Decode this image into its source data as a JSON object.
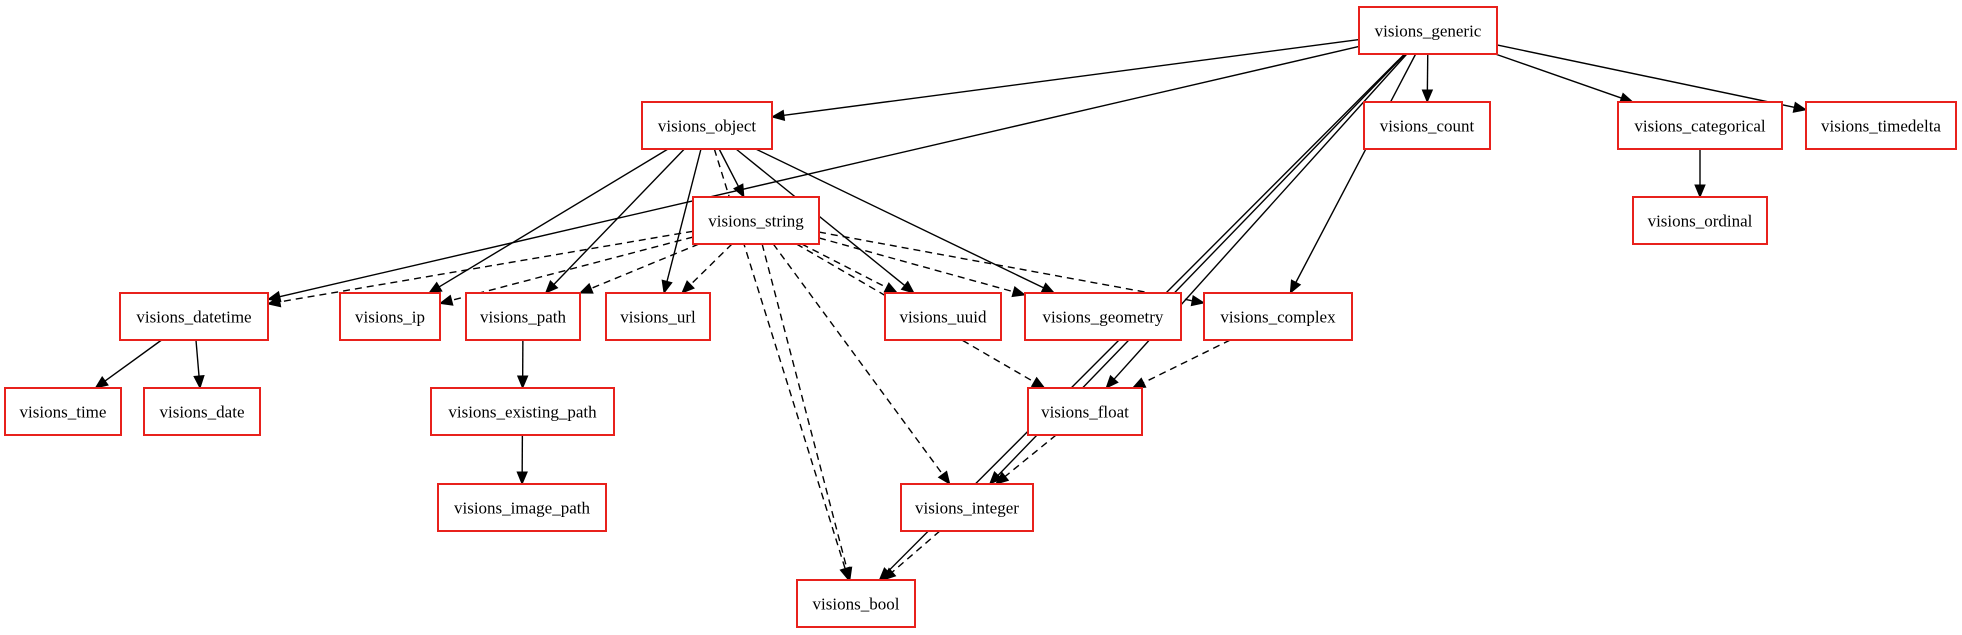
{
  "diagram": {
    "type": "directed-graph",
    "colors": {
      "node_border": "#e8211c",
      "edge": "#000000",
      "background": "#ffffff"
    },
    "nodes": [
      {
        "id": "visions_generic",
        "label": "visions_generic"
      },
      {
        "id": "visions_object",
        "label": "visions_object"
      },
      {
        "id": "visions_count",
        "label": "visions_count"
      },
      {
        "id": "visions_categorical",
        "label": "visions_categorical"
      },
      {
        "id": "visions_timedelta",
        "label": "visions_timedelta"
      },
      {
        "id": "visions_ordinal",
        "label": "visions_ordinal"
      },
      {
        "id": "visions_string",
        "label": "visions_string"
      },
      {
        "id": "visions_datetime",
        "label": "visions_datetime"
      },
      {
        "id": "visions_ip",
        "label": "visions_ip"
      },
      {
        "id": "visions_path",
        "label": "visions_path"
      },
      {
        "id": "visions_url",
        "label": "visions_url"
      },
      {
        "id": "visions_uuid",
        "label": "visions_uuid"
      },
      {
        "id": "visions_geometry",
        "label": "visions_geometry"
      },
      {
        "id": "visions_complex",
        "label": "visions_complex"
      },
      {
        "id": "visions_time",
        "label": "visions_time"
      },
      {
        "id": "visions_date",
        "label": "visions_date"
      },
      {
        "id": "visions_existing_path",
        "label": "visions_existing_path"
      },
      {
        "id": "visions_float",
        "label": "visions_float"
      },
      {
        "id": "visions_image_path",
        "label": "visions_image_path"
      },
      {
        "id": "visions_integer",
        "label": "visions_integer"
      },
      {
        "id": "visions_bool",
        "label": "visions_bool"
      }
    ],
    "edges": [
      {
        "from": "visions_generic",
        "to": "visions_datetime",
        "style": "solid"
      },
      {
        "from": "visions_generic",
        "to": "visions_object",
        "style": "solid"
      },
      {
        "from": "visions_generic",
        "to": "visions_count",
        "style": "solid"
      },
      {
        "from": "visions_generic",
        "to": "visions_categorical",
        "style": "solid"
      },
      {
        "from": "visions_generic",
        "to": "visions_timedelta",
        "style": "solid"
      },
      {
        "from": "visions_generic",
        "to": "visions_complex",
        "style": "solid"
      },
      {
        "from": "visions_generic",
        "to": "visions_float",
        "style": "solid"
      },
      {
        "from": "visions_generic",
        "to": "visions_integer",
        "style": "solid"
      },
      {
        "from": "visions_generic",
        "to": "visions_bool",
        "style": "solid"
      },
      {
        "from": "visions_categorical",
        "to": "visions_ordinal",
        "style": "solid"
      },
      {
        "from": "visions_object",
        "to": "visions_string",
        "style": "solid"
      },
      {
        "from": "visions_object",
        "to": "visions_ip",
        "style": "solid"
      },
      {
        "from": "visions_object",
        "to": "visions_path",
        "style": "solid"
      },
      {
        "from": "visions_object",
        "to": "visions_url",
        "style": "solid"
      },
      {
        "from": "visions_object",
        "to": "visions_uuid",
        "style": "solid"
      },
      {
        "from": "visions_object",
        "to": "visions_geometry",
        "style": "solid"
      },
      {
        "from": "visions_object",
        "to": "visions_bool",
        "style": "dashed"
      },
      {
        "from": "visions_string",
        "to": "visions_datetime",
        "style": "dashed"
      },
      {
        "from": "visions_string",
        "to": "visions_ip",
        "style": "dashed"
      },
      {
        "from": "visions_string",
        "to": "visions_path",
        "style": "dashed"
      },
      {
        "from": "visions_string",
        "to": "visions_url",
        "style": "dashed"
      },
      {
        "from": "visions_string",
        "to": "visions_uuid",
        "style": "dashed"
      },
      {
        "from": "visions_string",
        "to": "visions_geometry",
        "style": "dashed"
      },
      {
        "from": "visions_string",
        "to": "visions_complex",
        "style": "dashed"
      },
      {
        "from": "visions_string",
        "to": "visions_float",
        "style": "dashed"
      },
      {
        "from": "visions_string",
        "to": "visions_integer",
        "style": "dashed"
      },
      {
        "from": "visions_string",
        "to": "visions_bool",
        "style": "dashed"
      },
      {
        "from": "visions_datetime",
        "to": "visions_time",
        "style": "solid"
      },
      {
        "from": "visions_datetime",
        "to": "visions_date",
        "style": "solid"
      },
      {
        "from": "visions_path",
        "to": "visions_existing_path",
        "style": "solid"
      },
      {
        "from": "visions_existing_path",
        "to": "visions_image_path",
        "style": "solid"
      },
      {
        "from": "visions_complex",
        "to": "visions_float",
        "style": "dashed"
      },
      {
        "from": "visions_float",
        "to": "visions_integer",
        "style": "dashed"
      },
      {
        "from": "visions_integer",
        "to": "visions_bool",
        "style": "dashed"
      }
    ]
  }
}
